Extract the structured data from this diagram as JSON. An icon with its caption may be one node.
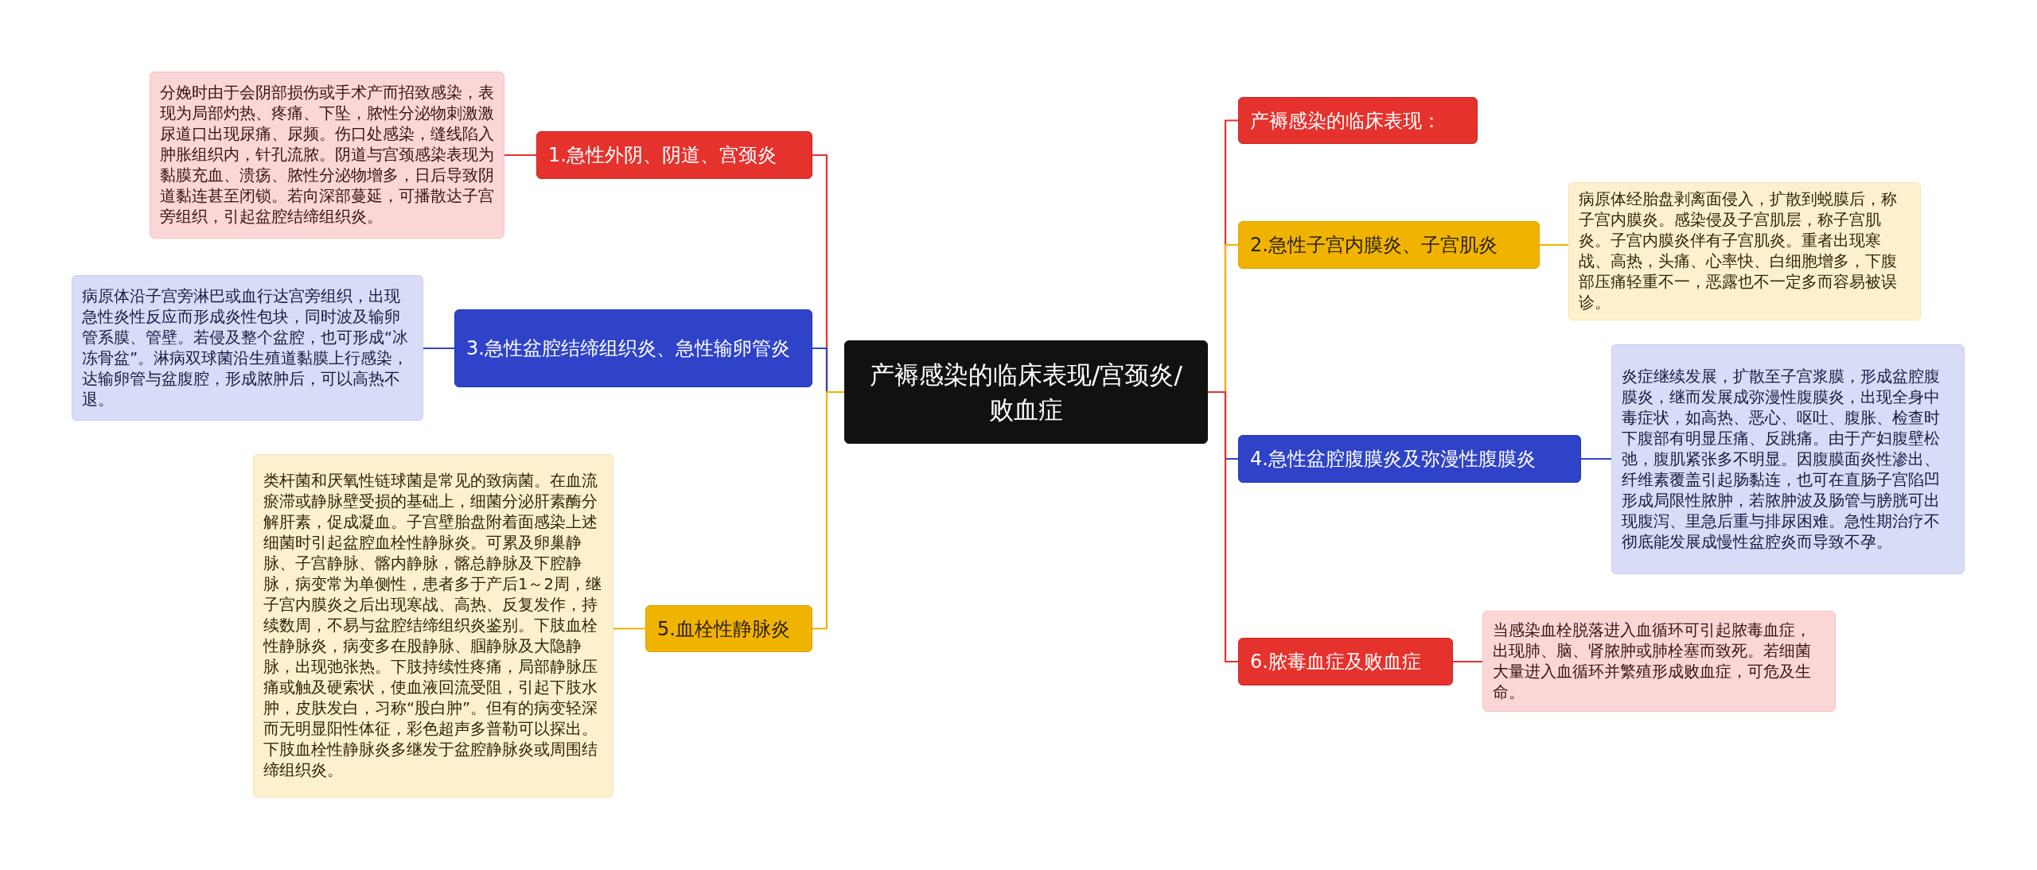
{
  "diagram": {
    "nodes": [
      {
        "text": [
          "产褥感染的临床表现/宫颈炎/败血症"
        ]
      },
      {
        "text": [
          "1.急性外阴、阴道、宫颈炎"
        ]
      },
      {
        "text": [
          "分娩时由于会阴部损伤或手术产而招致感染，表现为局部灼热、疼痛、下坠，脓性分泌物刺激激尿道口出现尿痛、尿频。伤口处感染，缝线陷入肿胀组织内，针孔流脓。阴道与宫颈感染表现为黏膜充血、溃疡、脓性分泌物增多，日后导致阴道黏连甚至闭锁。若向深部蔓延，可播散达子宫旁组织，引起盆腔结缔组织炎。"
        ]
      },
      {
        "text": [
          "3.急性盆腔结缔组织炎、急性输卵管炎"
        ]
      },
      {
        "text": [
          "病原体沿子宫旁淋巴或血行达宫旁组织，出现急性炎性反应而形成炎性包块，同时波及输卵管系膜、管壁。若侵及整个盆腔，也可形成“冰冻骨盆”。淋病双球菌沿生殖道黏膜上行感染，达输卵管与盆腹腔，形成脓肿后，可以高热不退。"
        ]
      },
      {
        "text": [
          "5.血栓性静脉炎"
        ]
      },
      {
        "text": [
          "类杆菌和厌氧性链球菌是常见的致病菌。在血流瘀滞或静脉壁受损的基础上，细菌分泌肝素酶分解肝素，促成凝血。子宫壁胎盘附着面感染上述细菌时引起盆腔血栓性静脉炎。可累及卵巢静脉、子宫静脉、髂内静脉，髂总静脉及下腔静脉，病变常为单侧性，患者多于产后1～2周，继子宫内膜炎之后出现寒战、高热、反复发作，持续数周，不易与盆腔结缔组织炎鉴别。下肢血栓性静脉炎，病变多在股静脉、腘静脉及大隐静脉，出现弛张热。下肢持续性疼痛，局部静脉压痛或触及硬索状，使血液回流受阻，引起下肢水肿，皮肤发白，习称“股白肿”。但有的病变轻深而无明显阳性体征，彩色超声多普勒可以探出。下肢血栓性静脉炎多继发于盆腔静脉炎或周围结缔组织炎。"
        ]
      },
      {
        "text": [
          "产褥感染的临床表现："
        ]
      },
      {
        "text": [
          "2.急性子宫内膜炎、子宫肌炎"
        ]
      },
      {
        "text": [
          "病原体经胎盘剥离面侵入，扩散到蜕膜后，称子宫内膜炎。感染侵及子宫肌层，称子宫肌炎。子宫内膜炎伴有子宫肌炎。重者出现寒战、高热，头痛、心率快、白细胞增多，下腹部压痛轻重不一，恶露也不一定多而容易被误诊。"
        ]
      },
      {
        "text": [
          "4.急性盆腔腹膜炎及弥漫性腹膜炎"
        ]
      },
      {
        "text": [
          "炎症继续发展，扩散至子宫浆膜，形成盆腔腹膜炎，继而发展成弥漫性腹膜炎，出现全身中毒症状，如高热、恶心、呕吐、腹胀、检查时下腹部有明显压痛、反跳痛。由于产妇腹壁松弛，腹肌紧张多不明显。因腹膜面炎性渗出、纤维素覆盖引起肠黏连，也可在直肠子宫陷凹形成局限性脓肿，若脓肿波及肠管与膀胱可出现腹泻、里急后重与排尿困难。急性期治疗不彻底能发展成慢性盆腔炎而导致不孕。"
        ]
      },
      {
        "text": [
          "6.脓毒血症及败血症"
        ]
      },
      {
        "text": [
          "当感染血栓脱落进入血循环可引起脓毒血症，出现肺、脑、肾脓肿或肺栓塞而致死。若细菌大量进入血循环并繁殖形成败血症，可危及生命。"
        ]
      }
    ],
    "edges": [
      {
        "from": 0,
        "to": 1,
        "arrow": "none",
        "color": "#e5322d"
      },
      {
        "from": 1,
        "to": 2,
        "arrow": "none",
        "color": "#e5322d"
      },
      {
        "from": 0,
        "to": 3,
        "arrow": "none",
        "color": "#2f43c9"
      },
      {
        "from": 3,
        "to": 4,
        "arrow": "none",
        "color": "#2f43c9"
      },
      {
        "from": 0,
        "to": 5,
        "arrow": "none",
        "color": "#f0b400"
      },
      {
        "from": 5,
        "to": 6,
        "arrow": "none",
        "color": "#f0b400"
      },
      {
        "from": 0,
        "to": 7,
        "arrow": "none",
        "color": "#e5322d"
      },
      {
        "from": 0,
        "to": 8,
        "arrow": "none",
        "color": "#f0b400"
      },
      {
        "from": 8,
        "to": 9,
        "arrow": "none",
        "color": "#f0b400"
      },
      {
        "from": 0,
        "to": 10,
        "arrow": "none",
        "color": "#2f43c9"
      },
      {
        "from": 10,
        "to": 11,
        "arrow": "none",
        "color": "#2f43c9"
      },
      {
        "from": 0,
        "to": 12,
        "arrow": "none",
        "color": "#e5322d"
      },
      {
        "from": 12,
        "to": 13,
        "arrow": "none",
        "color": "#e5322d"
      }
    ]
  }
}
